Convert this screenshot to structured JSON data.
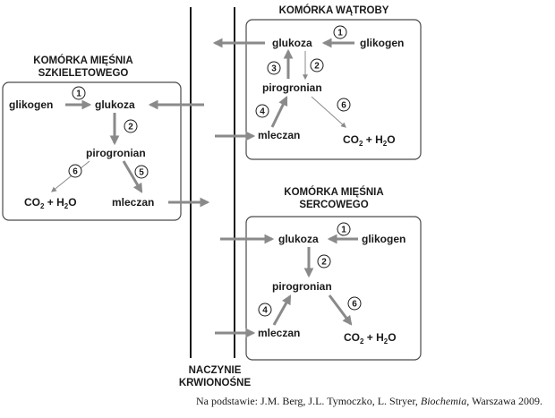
{
  "skeletal_cell": {
    "title_line1": "KOMÓRKA MIĘŚNIA",
    "title_line2": "SZKIELETOWEGO",
    "glikogen": "glikogen",
    "glukoza": "glukoza",
    "pirogronian": "pirogronian",
    "co2": "CO",
    "h2o_plus": " + H",
    "h2o_end": "O",
    "sub2": "2",
    "mleczan": "mleczan",
    "step1": "1",
    "step2": "2",
    "step5": "5",
    "step6": "6"
  },
  "liver_cell": {
    "title": "KOMÓRKA WĄTROBY",
    "glukoza": "glukoza",
    "glikogen": "glikogen",
    "pirogronian": "pirogronian",
    "mleczan": "mleczan",
    "co2": "CO",
    "h2o_plus": " + H",
    "h2o_end": "O",
    "sub2": "2",
    "step1": "1",
    "step2": "2",
    "step3": "3",
    "step4": "4",
    "step6": "6"
  },
  "heart_cell": {
    "title_line1": "KOMÓRKA MIĘŚNIA",
    "title_line2": "SERCOWEGO",
    "glukoza": "glukoza",
    "glikogen": "glikogen",
    "pirogronian": "pirogronian",
    "mleczan": "mleczan",
    "co2": "CO",
    "h2o_plus": " + H",
    "h2o_end": "O",
    "sub2": "2",
    "step1": "1",
    "step2": "2",
    "step4": "4",
    "step6": "6"
  },
  "blood_vessel": {
    "label_line1": "NACZYNIE",
    "label_line2": "KRWIONOŚNE"
  },
  "source": {
    "prefix": "Na podstawie: J.M. Berg, J.L. Tymoczko, L. Stryer, ",
    "book": "Biochemia",
    "suffix": ", Warszawa 2009."
  },
  "colors": {
    "arrow": "#8a8a8a",
    "line": "#1a1a1a",
    "box_border": "#4a4a4a"
  }
}
